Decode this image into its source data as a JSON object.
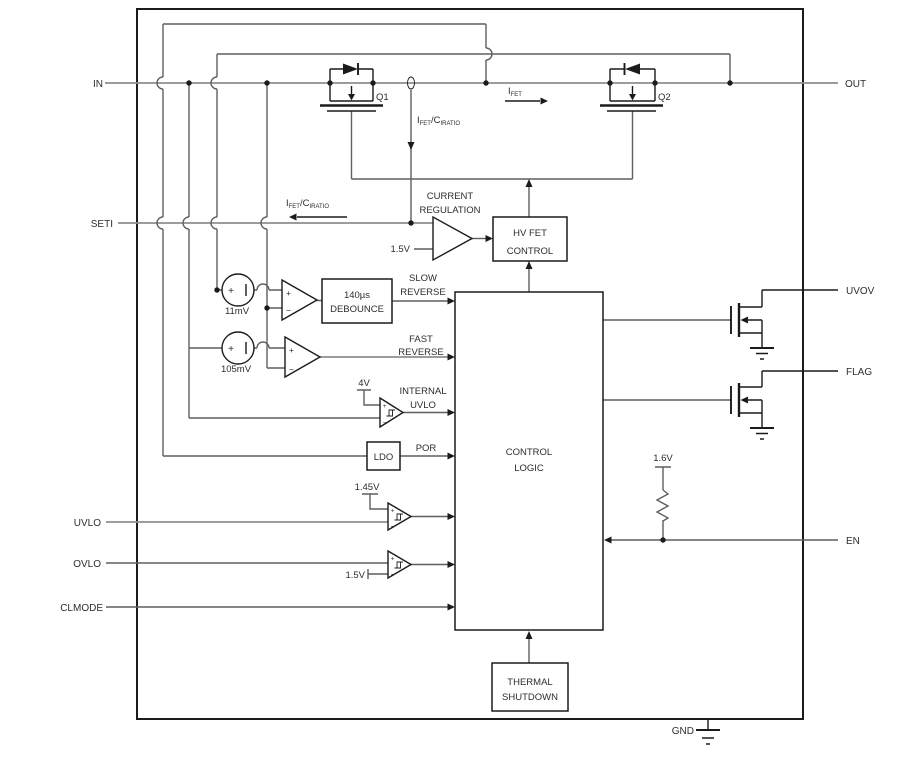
{
  "colors": {
    "bg": "#ffffff",
    "rail": "#8e8e8e",
    "wire": "#5f5f5f",
    "ink": "#1b1b1b",
    "text": "#2d2d2d"
  },
  "pins": {
    "in": "IN",
    "out": "OUT",
    "seti": "SETI",
    "uvlo": "UVLO",
    "ovlo": "OVLO",
    "clmode": "CLMODE",
    "uvov": "UVOV",
    "flag": "FLAG",
    "en": "EN",
    "gnd": "GND"
  },
  "fets": {
    "q1": "Q1",
    "q2": "Q2"
  },
  "ifet": {
    "i": "I",
    "fet": "FET",
    "slashc": "/C",
    "iratio": "IRATIO"
  },
  "blocks": {
    "current_regulation": {
      "line1": "CURRENT",
      "line2": "REGULATION"
    },
    "hv_fet_control": {
      "line1": "HV FET",
      "line2": "CONTROL"
    },
    "debounce": {
      "line1": "140µs",
      "line2": "DEBOUNCE"
    },
    "control_logic": {
      "line1": "CONTROL",
      "line2": "LOGIC"
    },
    "ldo": "LDO",
    "thermal_shutdown": {
      "line1": "THERMAL",
      "line2": "SHUTDOWN"
    }
  },
  "signals": {
    "slow_reverse": {
      "line1": "SLOW",
      "line2": "REVERSE"
    },
    "fast_reverse": {
      "line1": "FAST",
      "line2": "REVERSE"
    },
    "internal_uvlo": {
      "line1": "INTERNAL",
      "line2": "UVLO"
    },
    "por": "POR"
  },
  "refs": {
    "current_reg": "1.5V",
    "slow_offset": "11mV",
    "fast_offset": "105mV",
    "internal_uvlo": "4V",
    "uvlo": "1.45V",
    "ovlo": "1.5V",
    "en_pullup": "1.6V"
  },
  "sym": {
    "plus": "+",
    "minus": "−"
  }
}
